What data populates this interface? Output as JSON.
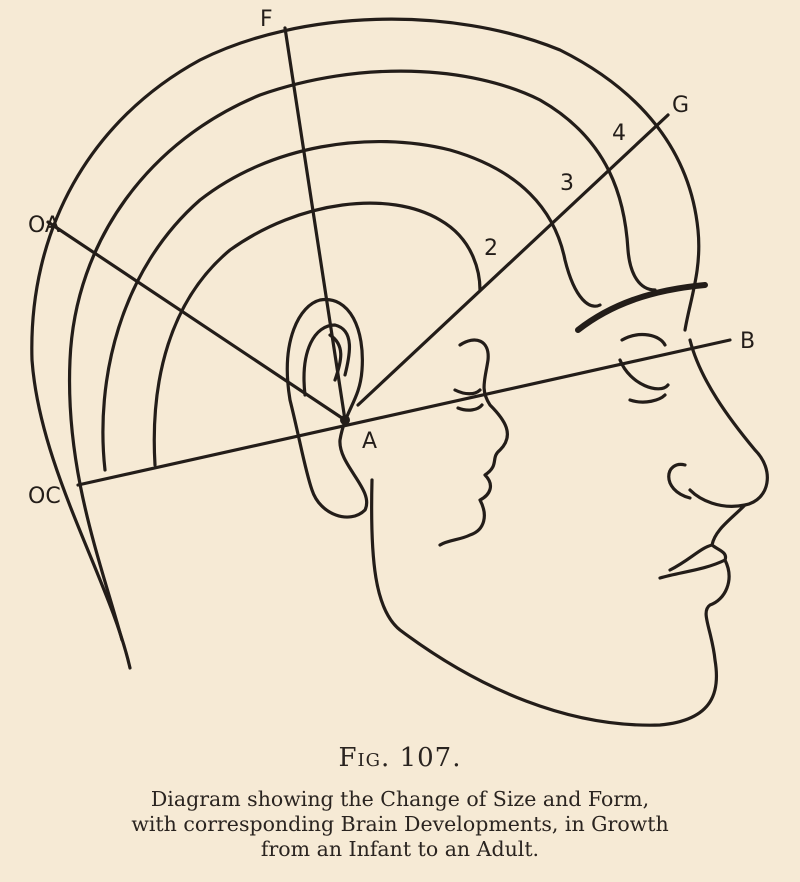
{
  "labels": {
    "F": "F",
    "OA": "OA",
    "G": "G",
    "four": "4",
    "three": "3",
    "two": "2",
    "B": "B",
    "A": "A",
    "OC": "OC"
  },
  "caption": {
    "figure": "Fig. 107.",
    "lines": [
      "Diagram showing the Change of Size and Form,",
      "with corresponding Brain Developments, in Growth",
      "from an Infant to an Adult."
    ]
  }
}
